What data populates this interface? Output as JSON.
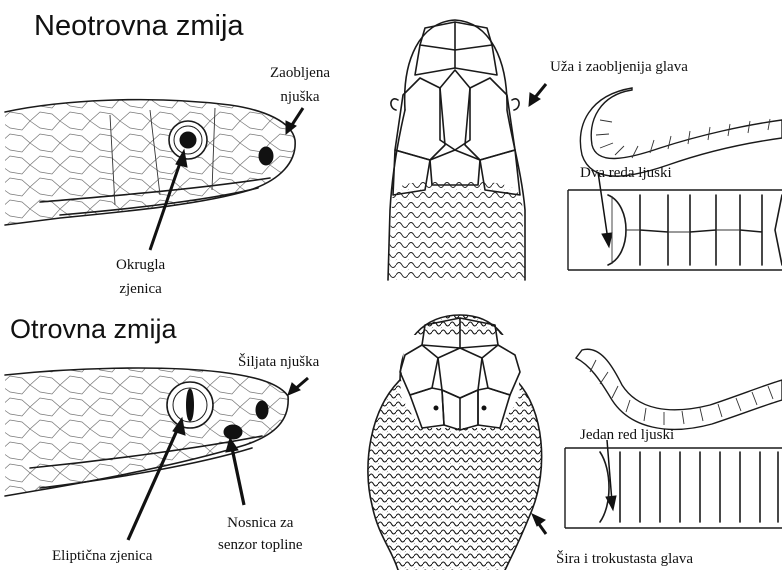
{
  "top": {
    "title": "Neotrovna zmija",
    "snout_label_1": "Zaobljena",
    "snout_label_2": "njuška",
    "pupil_label_1": "Okrugla",
    "pupil_label_2": "zjenica",
    "head_label": "Uža i zaobljenija  glava",
    "scales_label": "Dva reda ljuski"
  },
  "bottom": {
    "title": "Otrovna zmija",
    "snout_label": "Šiljata  njuška",
    "pupil_label": "Eliptična  zjenica",
    "nostril_label_1": "Nosnica za",
    "nostril_label_2": "senzor topline",
    "scales_label": "Jedan red ljuski",
    "head_label": "Šira i trokustasta  glava"
  }
}
